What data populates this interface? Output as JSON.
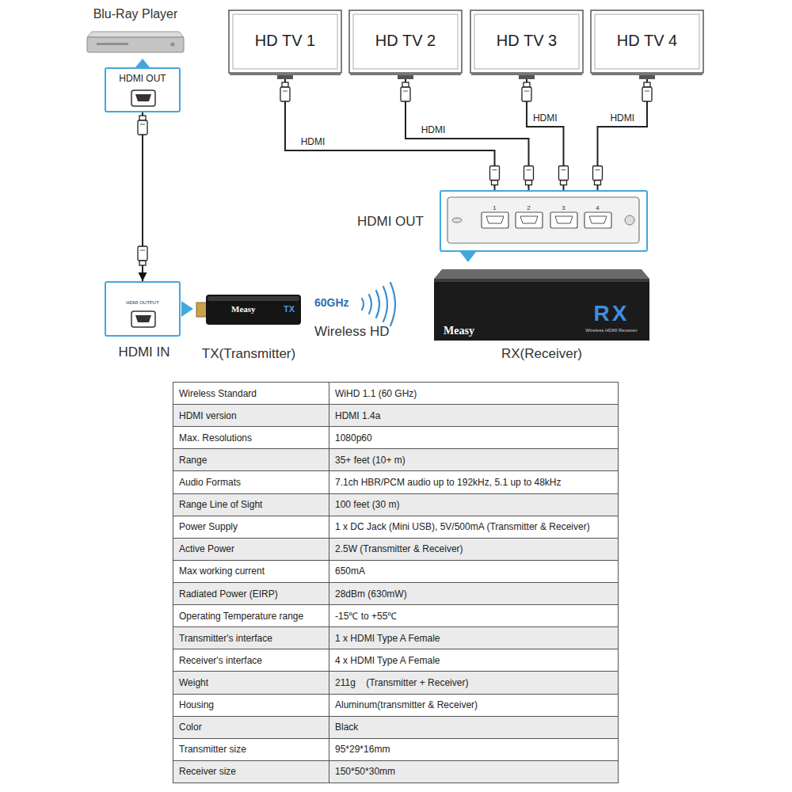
{
  "diagram": {
    "nodes": [
      {
        "text": [
          "Blu-Ray Player"
        ]
      },
      {
        "text": [
          "HDMI OUT"
        ]
      },
      {
        "text": [
          "HD TV 1"
        ]
      },
      {
        "text": [
          "HD TV 2"
        ]
      },
      {
        "text": [
          "HD TV 3"
        ]
      },
      {
        "text": [
          "HD TV 4"
        ]
      },
      {
        "text": [
          "HDMI OUT"
        ]
      },
      {
        "text": [
          "1"
        ],
        "in": 6
      },
      {
        "text": [
          "2"
        ],
        "in": 6
      },
      {
        "text": [
          "3"
        ],
        "in": 6
      },
      {
        "text": [
          "4"
        ],
        "in": 6
      },
      {
        "text": [
          "HDMI OUTPUT",
          "HDMI IN"
        ]
      },
      {
        "text": [
          "Measy",
          "TX",
          "TX(Transmitter)"
        ]
      },
      {
        "text": [
          "Measy",
          "RX",
          "Wireless HDMI Receiver",
          "RX(Receiver)"
        ]
      }
    ],
    "edges": [
      {
        "from": 1,
        "to": 11,
        "arrow": "to"
      },
      {
        "from": 2,
        "to": 7,
        "label": "HDMI",
        "arrow": "to"
      },
      {
        "from": 3,
        "to": 8,
        "label": "HDMI",
        "arrow": "to"
      },
      {
        "from": 4,
        "to": 9,
        "label": "HDMI",
        "arrow": "to"
      },
      {
        "from": 5,
        "to": 10,
        "label": "HDMI",
        "arrow": "to"
      }
    ],
    "labels": [
      "60GHz",
      "Wireless HD",
      "Wireless Standard",
      "WiHD 1.1 (60 GHz)",
      "HDMI version",
      "HDMI 1.4a",
      "Max. Resolutions",
      "1080p60",
      "Range",
      "35+ feet (10+ m)",
      "Audio Formats",
      "7.1ch HBR/PCM audio up to 192kHz, 5.1 up to 48kHz",
      "Range Line of Sight",
      "100 feet (30 m)",
      "Power Supply",
      "1 x DC Jack (Mini USB), 5V/500mA (Transmitter & Receiver)",
      "Active Power",
      "2.5W (Transmitter & Receiver)",
      "Max working current",
      "650mA",
      "Radiated Power (EIRP)",
      "28dBm (630mW)",
      "Operating Temperature range",
      "-15℃ to +55℃",
      "Transmitter's interface",
      "1 x HDMI Type A Female",
      "Receiver's interface",
      "4 x HDMI Type A Female",
      "Weight",
      "211g    (Transmitter + Receiver)",
      "Housing",
      "Aluminum(transmitter & Receiver)",
      "Color",
      "Black",
      "Transmitter size",
      "95*29*16mm",
      "Receiver size",
      "150*50*30mm"
    ]
  }
}
